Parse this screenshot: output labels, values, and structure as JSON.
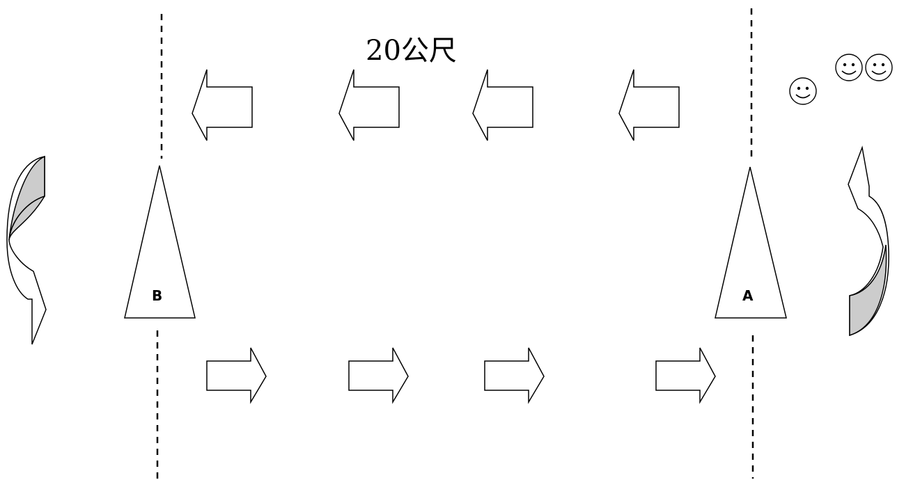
{
  "title": "20公尺",
  "cones": {
    "left_label": "B",
    "right_label": "A"
  },
  "arrows_top_direction": "left",
  "arrows_bottom_direction": "right",
  "turn_arrow_fill": "#cccccc",
  "icons": {
    "runner": "smiley-face-icon",
    "turn": "u-turn-arrow-icon"
  }
}
